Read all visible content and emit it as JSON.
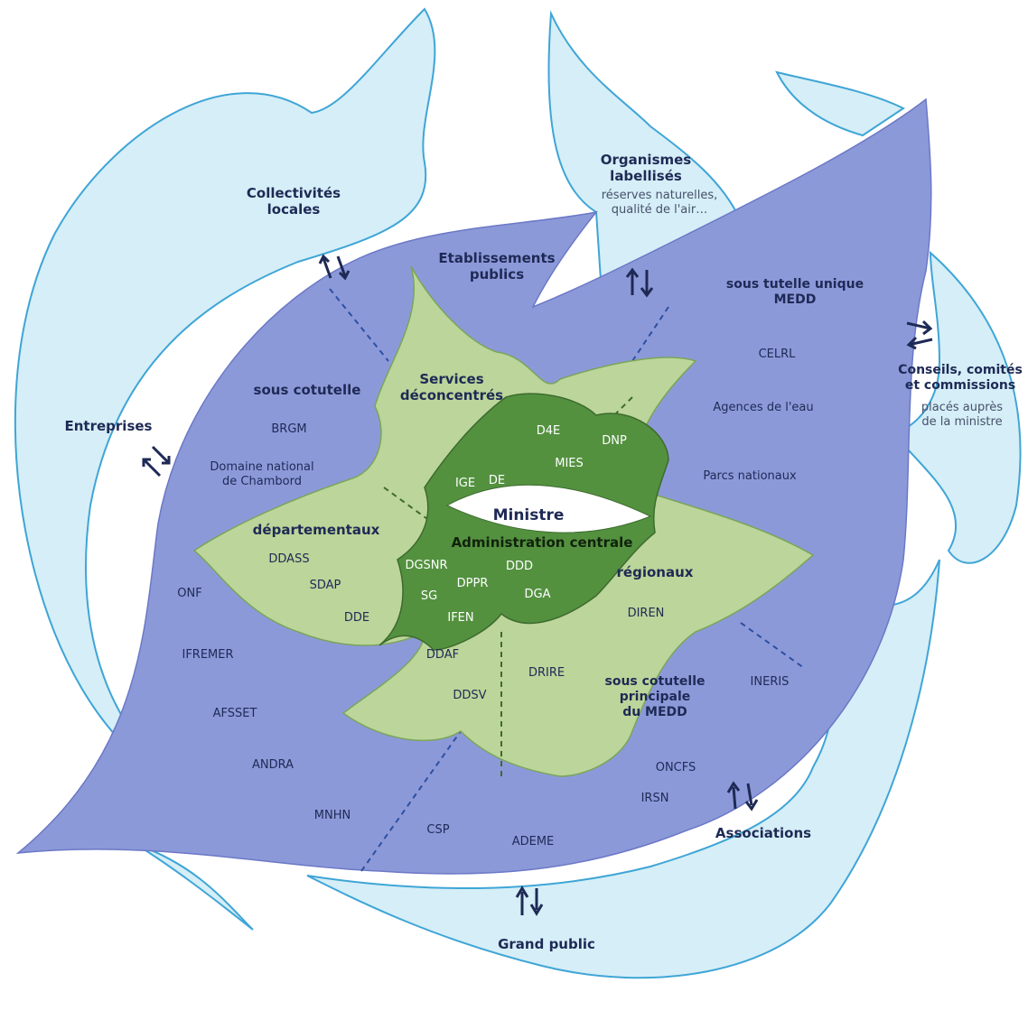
{
  "outer": {
    "collectivites": "Collectivités\nlocales",
    "organismes_title": "Organismes\nlabellisés",
    "organismes_sub": "réserves naturelles,\nqualité de l'air…",
    "conseils_title": "Conseils, comités\net commissions",
    "conseils_sub": "placés auprès\nde la ministre",
    "entreprises": "Entreprises",
    "associations": "Associations",
    "grand_public": "Grand public"
  },
  "blue": {
    "etab_publics": "Etablissements\npublics",
    "tutelle_unique": "sous tutelle unique\nMEDD",
    "cotutelle": "sous cotutelle",
    "cotutelle_principale": "sous cotutelle\nprincipale\ndu MEDD",
    "items": [
      "BRGM",
      "Domaine national\nde Chambord",
      "CELRL",
      "Agences de l'eau",
      "Parcs nationaux",
      "ONF",
      "IFREMER",
      "AFSSET",
      "ANDRA",
      "MNHN",
      "CSP",
      "ADEME",
      "IRSN",
      "ONCFS",
      "INERIS"
    ]
  },
  "light": {
    "services": "Services\ndéconcentrés",
    "departementaux": "départementaux",
    "regionaux": "régionaux",
    "items": [
      "DDASS",
      "SDAP",
      "DDE",
      "DDAF",
      "DDSV",
      "DRIRE",
      "DIREN"
    ]
  },
  "dark": {
    "ministre": "Ministre",
    "admin": "Administration centrale",
    "items": [
      "D4E",
      "DNP",
      "MIES",
      "IGE",
      "DE",
      "DGSNR",
      "DPPR",
      "DDD",
      "SG",
      "DGA",
      "IFEN"
    ]
  },
  "colors": {
    "light_blue": "#d5eef7",
    "outline_blue": "#3fa5d6",
    "leaf_blue": "#8c99d9",
    "light_green": "#bcd59a",
    "dark_green": "#53913f",
    "text": "#1e2a55"
  }
}
